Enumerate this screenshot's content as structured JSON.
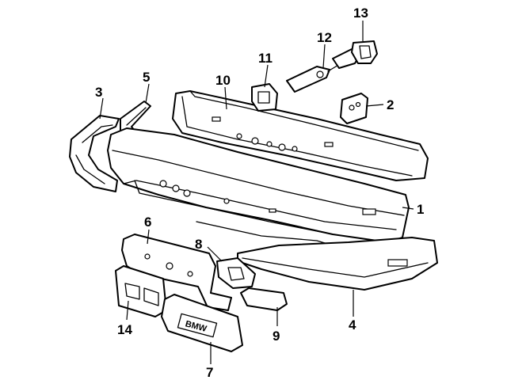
{
  "callouts": [
    {
      "id": "1",
      "label": "1"
    },
    {
      "id": "2",
      "label": "2"
    },
    {
      "id": "3",
      "label": "3"
    },
    {
      "id": "4",
      "label": "4"
    },
    {
      "id": "5",
      "label": "5"
    },
    {
      "id": "6",
      "label": "6"
    },
    {
      "id": "7",
      "label": "7"
    },
    {
      "id": "8",
      "label": "8"
    },
    {
      "id": "9",
      "label": "9"
    },
    {
      "id": "10",
      "label": "10"
    },
    {
      "id": "11",
      "label": "11"
    },
    {
      "id": "12",
      "label": "12"
    },
    {
      "id": "13",
      "label": "13"
    },
    {
      "id": "14",
      "label": "14"
    }
  ],
  "badge_text": "BMW"
}
